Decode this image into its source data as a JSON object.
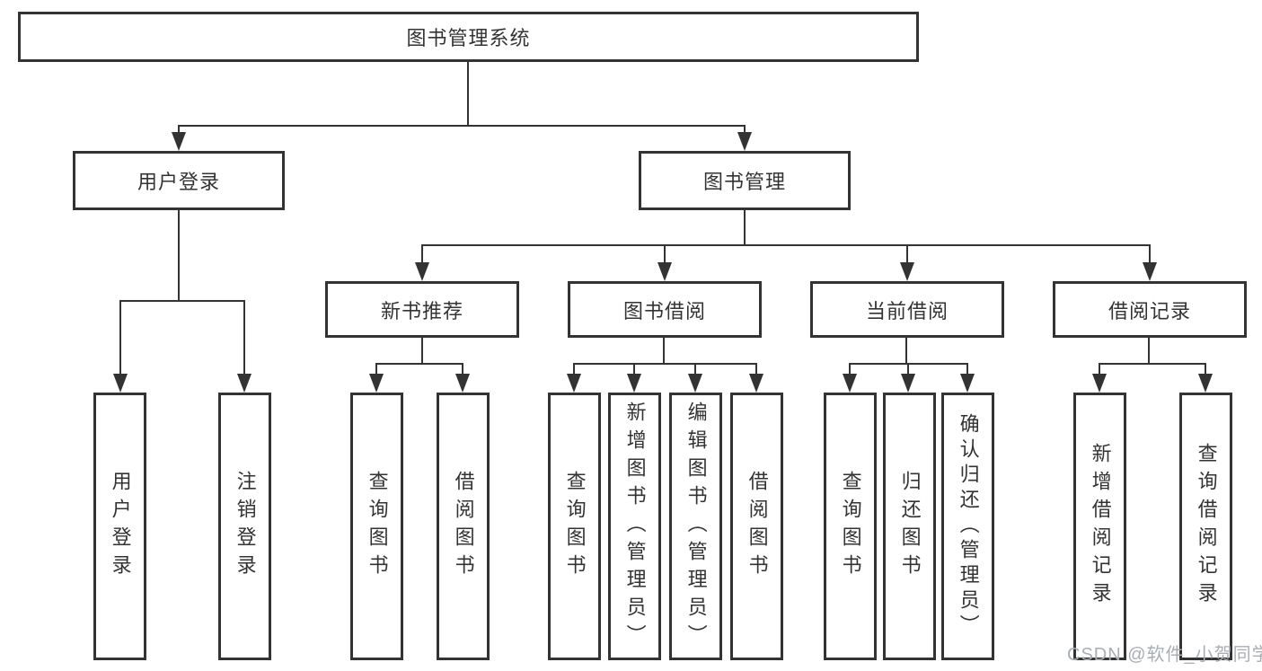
{
  "diagram": {
    "root": {
      "label": "图书管理系统",
      "children": [
        {
          "label": "用户登录",
          "children": [
            {
              "label": "用户登录"
            },
            {
              "label": "注销登录"
            }
          ]
        },
        {
          "label": "图书管理",
          "children": [
            {
              "label": "新书推荐",
              "children": [
                {
                  "label": "查询图书"
                },
                {
                  "label": "借阅图书"
                }
              ]
            },
            {
              "label": "图书借阅",
              "children": [
                {
                  "label": "查询图书"
                },
                {
                  "label": "新增图书（管理员）"
                },
                {
                  "label": "编辑图书（管理员）"
                },
                {
                  "label": "借阅图书"
                }
              ]
            },
            {
              "label": "当前借阅",
              "children": [
                {
                  "label": "查询图书"
                },
                {
                  "label": "归还图书"
                },
                {
                  "label": "确认归还（管理员）"
                }
              ]
            },
            {
              "label": "借阅记录",
              "children": [
                {
                  "label": "新增借阅记录"
                },
                {
                  "label": "查询借阅记录"
                }
              ]
            }
          ]
        }
      ]
    }
  },
  "watermark": {
    "text": "CSDN @软件_小贺同学"
  },
  "colors": {
    "line": "#333333",
    "text": "#333333",
    "watermark_text": "#a9aeb3",
    "background": "#ffffff"
  }
}
